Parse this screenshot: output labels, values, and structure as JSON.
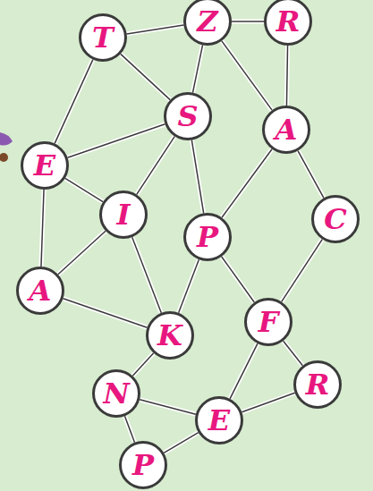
{
  "diagram": {
    "nodes": [
      {
        "text": [
          "T"
        ]
      },
      {
        "text": [
          "Z"
        ]
      },
      {
        "text": [
          "R"
        ]
      },
      {
        "text": [
          "S"
        ]
      },
      {
        "text": [
          "A"
        ]
      },
      {
        "text": [
          "E"
        ]
      },
      {
        "text": [
          "I"
        ]
      },
      {
        "text": [
          "P"
        ]
      },
      {
        "text": [
          "C"
        ]
      },
      {
        "text": [
          "A"
        ]
      },
      {
        "text": [
          "K"
        ]
      },
      {
        "text": [
          "F"
        ]
      },
      {
        "text": [
          "N"
        ]
      },
      {
        "text": [
          "R"
        ]
      },
      {
        "text": [
          "E"
        ]
      },
      {
        "text": [
          "P"
        ]
      }
    ],
    "edges": [
      {
        "from": 0,
        "to": 1,
        "arrow": "none"
      },
      {
        "from": 1,
        "to": 2,
        "arrow": "none"
      },
      {
        "from": 0,
        "to": 3,
        "arrow": "none"
      },
      {
        "from": 0,
        "to": 5,
        "arrow": "none"
      },
      {
        "from": 1,
        "to": 3,
        "arrow": "none"
      },
      {
        "from": 1,
        "to": 4,
        "arrow": "none"
      },
      {
        "from": 2,
        "to": 4,
        "arrow": "none"
      },
      {
        "from": 5,
        "to": 3,
        "arrow": "none"
      },
      {
        "from": 5,
        "to": 6,
        "arrow": "none"
      },
      {
        "from": 5,
        "to": 9,
        "arrow": "none"
      },
      {
        "from": 3,
        "to": 6,
        "arrow": "none"
      },
      {
        "from": 3,
        "to": 7,
        "arrow": "none"
      },
      {
        "from": 4,
        "to": 7,
        "arrow": "none"
      },
      {
        "from": 4,
        "to": 8,
        "arrow": "none"
      },
      {
        "from": 6,
        "to": 9,
        "arrow": "none"
      },
      {
        "from": 6,
        "to": 10,
        "arrow": "none"
      },
      {
        "from": 9,
        "to": 10,
        "arrow": "none"
      },
      {
        "from": 7,
        "to": 10,
        "arrow": "none"
      },
      {
        "from": 7,
        "to": 11,
        "arrow": "none"
      },
      {
        "from": 8,
        "to": 11,
        "arrow": "none"
      },
      {
        "from": 10,
        "to": 12,
        "arrow": "none"
      },
      {
        "from": 11,
        "to": 14,
        "arrow": "none"
      },
      {
        "from": 11,
        "to": 13,
        "arrow": "none"
      },
      {
        "from": 13,
        "to": 14,
        "arrow": "none"
      },
      {
        "from": 12,
        "to": 14,
        "arrow": "none"
      },
      {
        "from": 12,
        "to": 15,
        "arrow": "none"
      },
      {
        "from": 15,
        "to": 14,
        "arrow": "none"
      }
    ]
  }
}
